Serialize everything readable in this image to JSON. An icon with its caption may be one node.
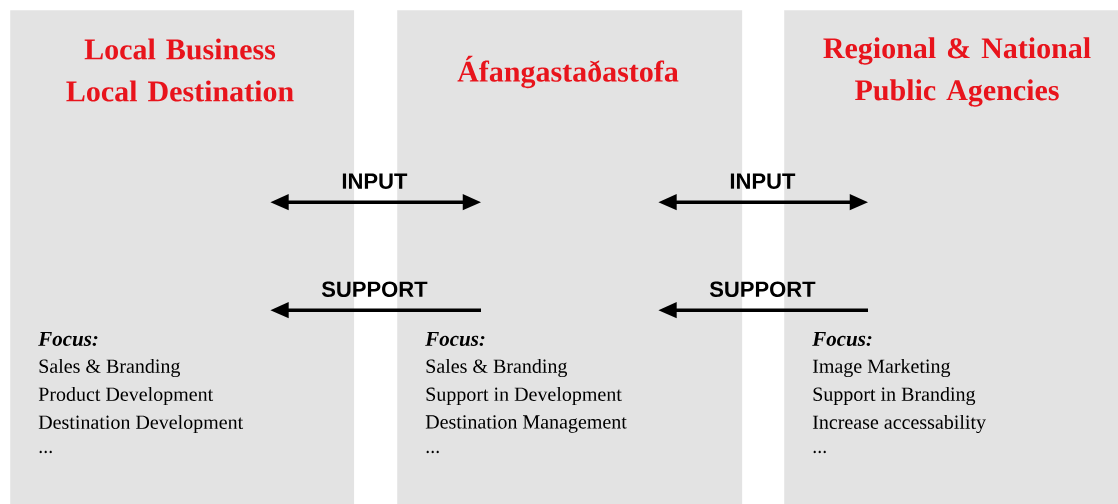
{
  "diagram": {
    "nodes": [
      {
        "text": [
          "Local Business Local Destination",
          "Focus:",
          "Sales & Branding",
          "Product Development",
          "Destination Development",
          "..."
        ]
      },
      {
        "text": [
          "Áfangastaðastofa",
          "Focus:",
          "Sales & Branding",
          "Support in Development",
          "Destination Management",
          "..."
        ]
      },
      {
        "text": [
          "Regional & National Public Agencies",
          "Focus:",
          "Image Marketing",
          "Support in Branding",
          "Increase accessability",
          "..."
        ]
      }
    ],
    "edges": [
      {
        "from": 0,
        "to": 1,
        "arrow": "both",
        "label": "INPUT"
      },
      {
        "from": 1,
        "to": 2,
        "arrow": "both",
        "label": "INPUT"
      },
      {
        "from": 1,
        "to": 0,
        "arrow": "to",
        "label": "SUPPORT"
      },
      {
        "from": 2,
        "to": 1,
        "arrow": "to",
        "label": "SUPPORT"
      }
    ]
  }
}
